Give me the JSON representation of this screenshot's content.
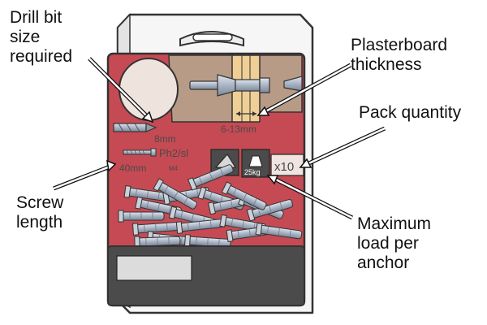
{
  "callouts": {
    "drill_bit": [
      "Drill bit",
      "size",
      "required"
    ],
    "plasterboard": [
      "Plasterboard",
      "thickness"
    ],
    "pack_quantity": "Pack quantity",
    "screw_length": [
      "Screw",
      "length"
    ],
    "max_load": [
      "Maximum",
      "load per",
      "anchor"
    ]
  },
  "package": {
    "drill_size": "8mm",
    "thickness_range": "6-13mm",
    "screw_type": "Ph2/sl",
    "screw_thread": "M4",
    "screw_length": "40mm",
    "load": "25kg",
    "quantity": "x10",
    "colors": {
      "panel_red": "#c64a53",
      "panel_dark": "#4b4b4b",
      "wall_tan": "#b79b86",
      "cavity_beige": "#efcf96",
      "metal_grey": "#a9b4c4"
    },
    "icons": [
      "drill-bit-icon",
      "screw-icon",
      "hollow-wall-anchor-icon",
      "wall-type-icon",
      "weight-icon"
    ]
  }
}
